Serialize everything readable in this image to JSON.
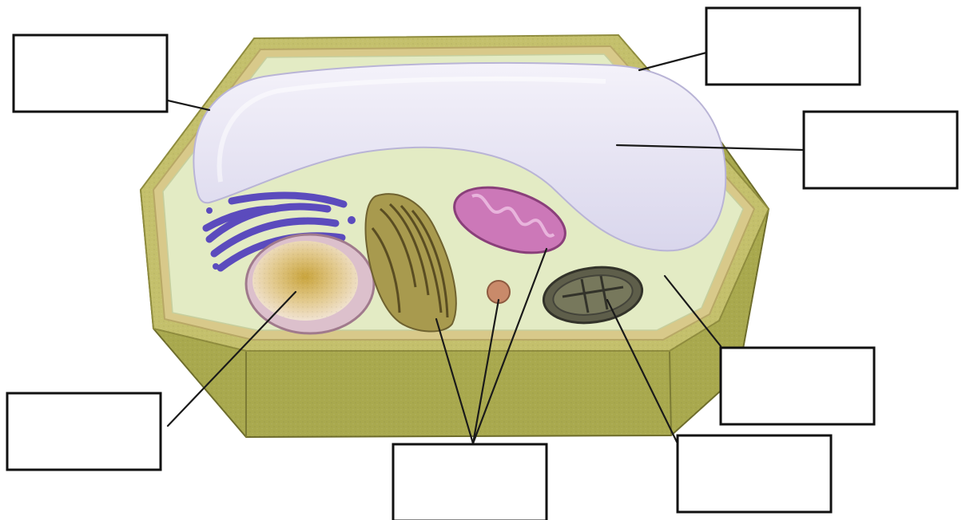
{
  "diagram": {
    "subject": "plant-cell",
    "colors": {
      "cell_wall_side": "#a9a94e",
      "cell_wall_top": "#c4c06c",
      "membrane_rim": "#d8c98a",
      "cytoplasm": "#e3ebc4",
      "vacuole": "#e7e4f2",
      "golgi": "#5b4bbd",
      "nucleus_envelope": "#dcc0cc",
      "nucleus_center": "#c9a43c",
      "endoplasmic_reticulum": "#8a7a3a",
      "mitochondrion": "#cc78b8",
      "chloroplast": "#5e5e4a",
      "ribosome": "#c98a6a",
      "leader_line": "#1a1a1a",
      "label_box_border": "#111111"
    },
    "labels": [
      {
        "id": "cell-wall",
        "text": ""
      },
      {
        "id": "cell-membrane",
        "text": ""
      },
      {
        "id": "vacuole",
        "text": ""
      },
      {
        "id": "cytoplasm",
        "text": ""
      },
      {
        "id": "chloroplast",
        "text": ""
      },
      {
        "id": "ribosome-mitochondria",
        "text": ""
      },
      {
        "id": "nucleus",
        "text": ""
      }
    ]
  }
}
